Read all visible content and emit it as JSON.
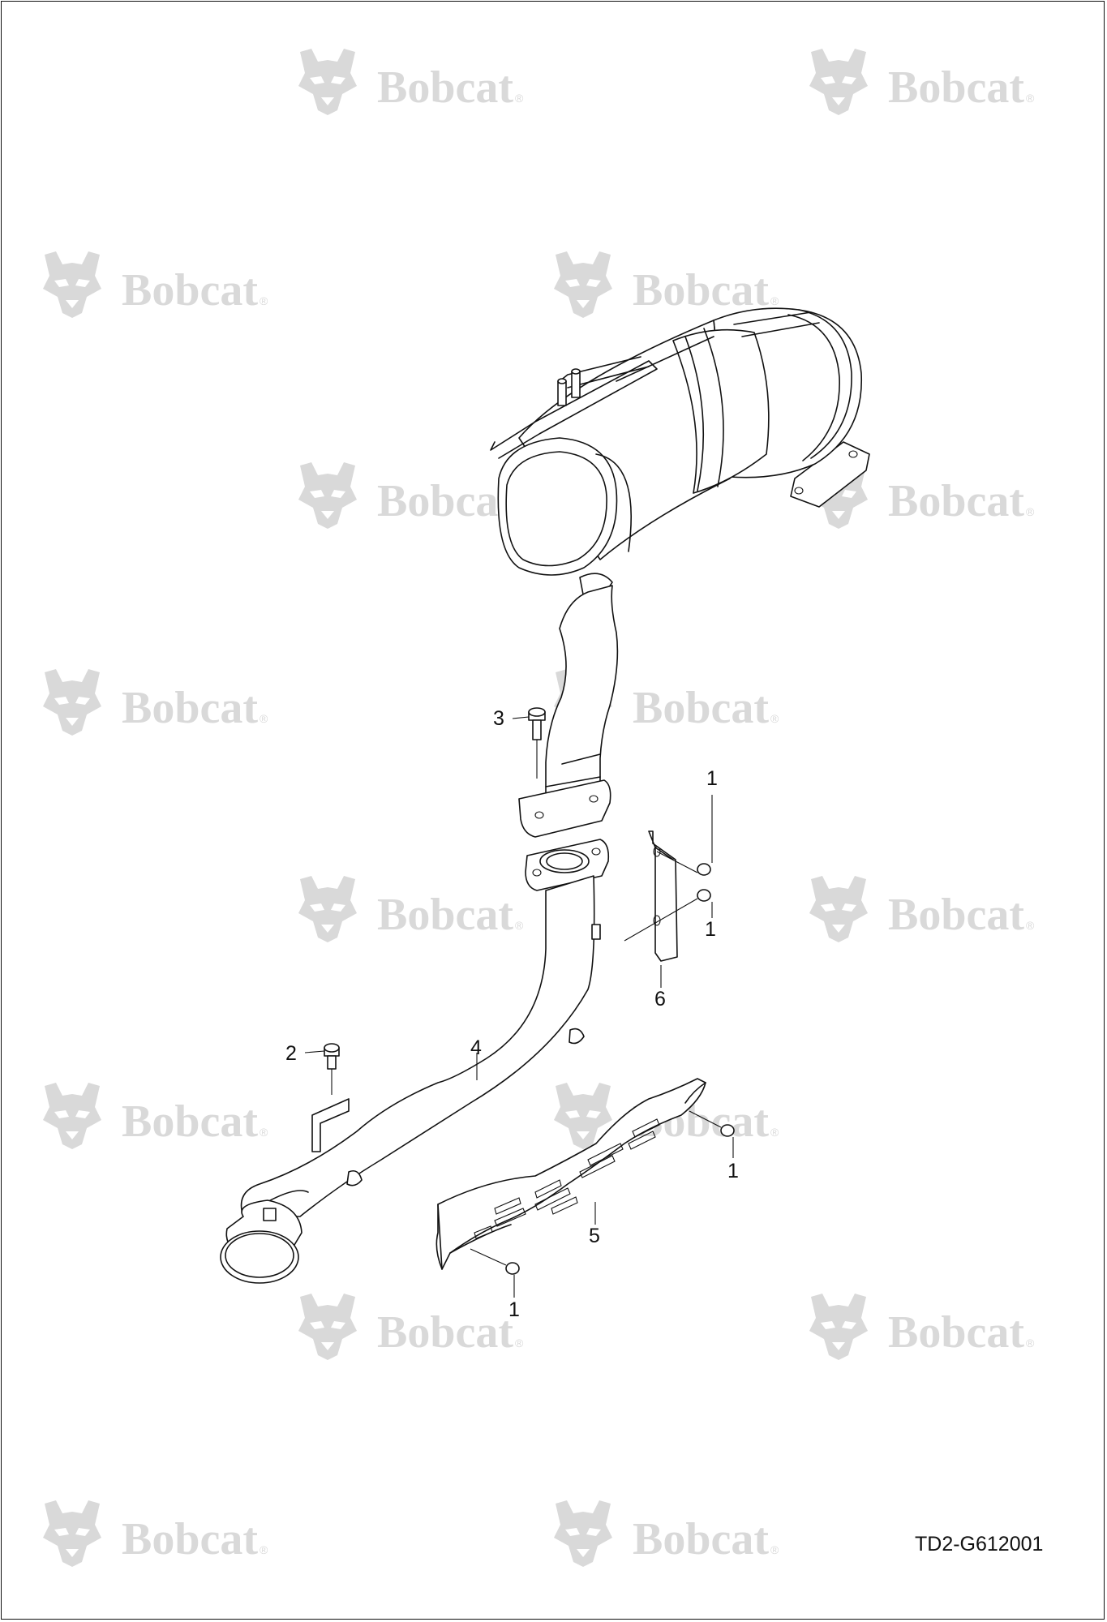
{
  "watermark": {
    "text": "Bobcat",
    "mark": "®",
    "icon": "bobcat-head-logo-icon",
    "color": "#d9d9d9"
  },
  "callouts": {
    "c1a": "1",
    "c1b": "1",
    "c1c": "1",
    "c1d": "1",
    "c2": "2",
    "c3": "3",
    "c4": "4",
    "c5": "5",
    "c6": "6"
  },
  "drawing_id": "TD2-G612001"
}
